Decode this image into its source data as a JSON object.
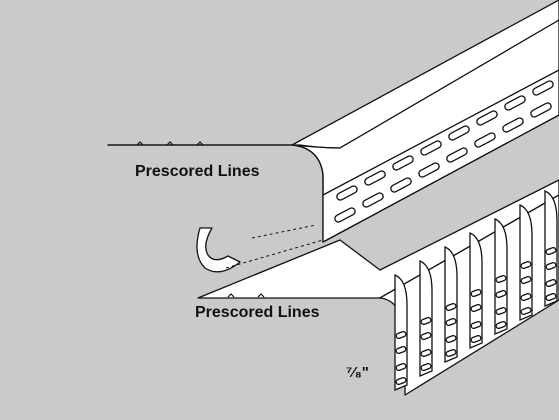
{
  "labels": {
    "prescored_top": "Prescored Lines",
    "prescored_bottom": "Prescored Lines",
    "dimension": "⁷⁄₈\""
  },
  "colors": {
    "background": "#c9cacb",
    "panel": "#ffffff",
    "stroke": "#111111"
  }
}
